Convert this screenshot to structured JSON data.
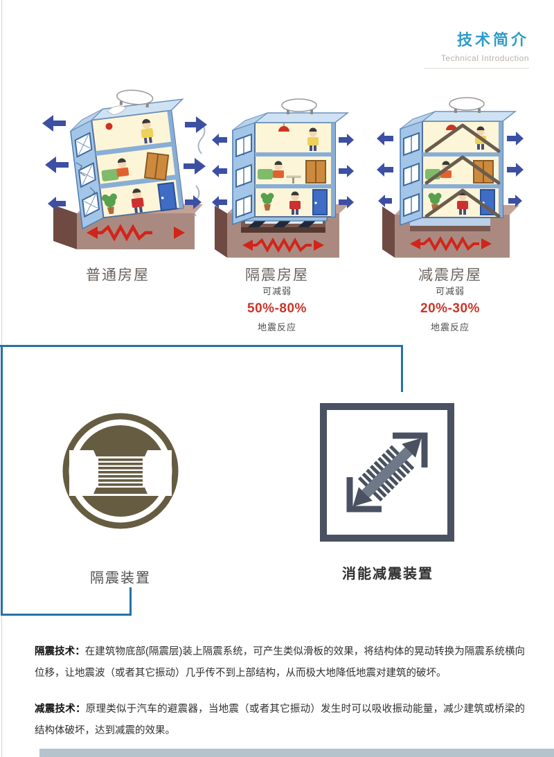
{
  "header": {
    "title_zh": "技术简介",
    "title_en": "Technical Introduction"
  },
  "buildings": [
    {
      "label": "普通房屋"
    },
    {
      "label": "隔震房屋",
      "reduction": {
        "prefix": "可减弱",
        "value": "50%-80%",
        "suffix": "地震反应"
      }
    },
    {
      "label": "减震房屋",
      "reduction": {
        "prefix": "可减弱",
        "value": "20%-30%",
        "suffix": "地震反应"
      }
    }
  ],
  "devices": [
    {
      "label": "隔震装置"
    },
    {
      "label": "消能减震装置"
    }
  ],
  "paragraphs": [
    {
      "lead": "隔震技术：",
      "body": "在建筑物底部(隔震层)装上隔震系统，可产生类似滑板的效果，将结构体的晃动转换为隔震系统横向位移，让地震波（或者其它振动）几乎传不到上部结构，从而极大地降低地震对建筑的破坏。"
    },
    {
      "lead": "减震技术：",
      "body": "原理类似于汽车的避震器，当地震（或者其它振动）发生时可以吸收振动能量，减少建筑或桥梁的结构体破坏，达到减震的效果。"
    }
  ],
  "colors": {
    "header_blue": "#2e9cc8",
    "connector_blue": "#2471a6",
    "accent_red": "#cb3527",
    "zigzag_red": "#d2241a",
    "arrow_blue": "#3c4fa3",
    "bearing_olive": "#665c41",
    "damper_slate": "#4a5160",
    "bottom_bar": "#b5c3cc"
  }
}
